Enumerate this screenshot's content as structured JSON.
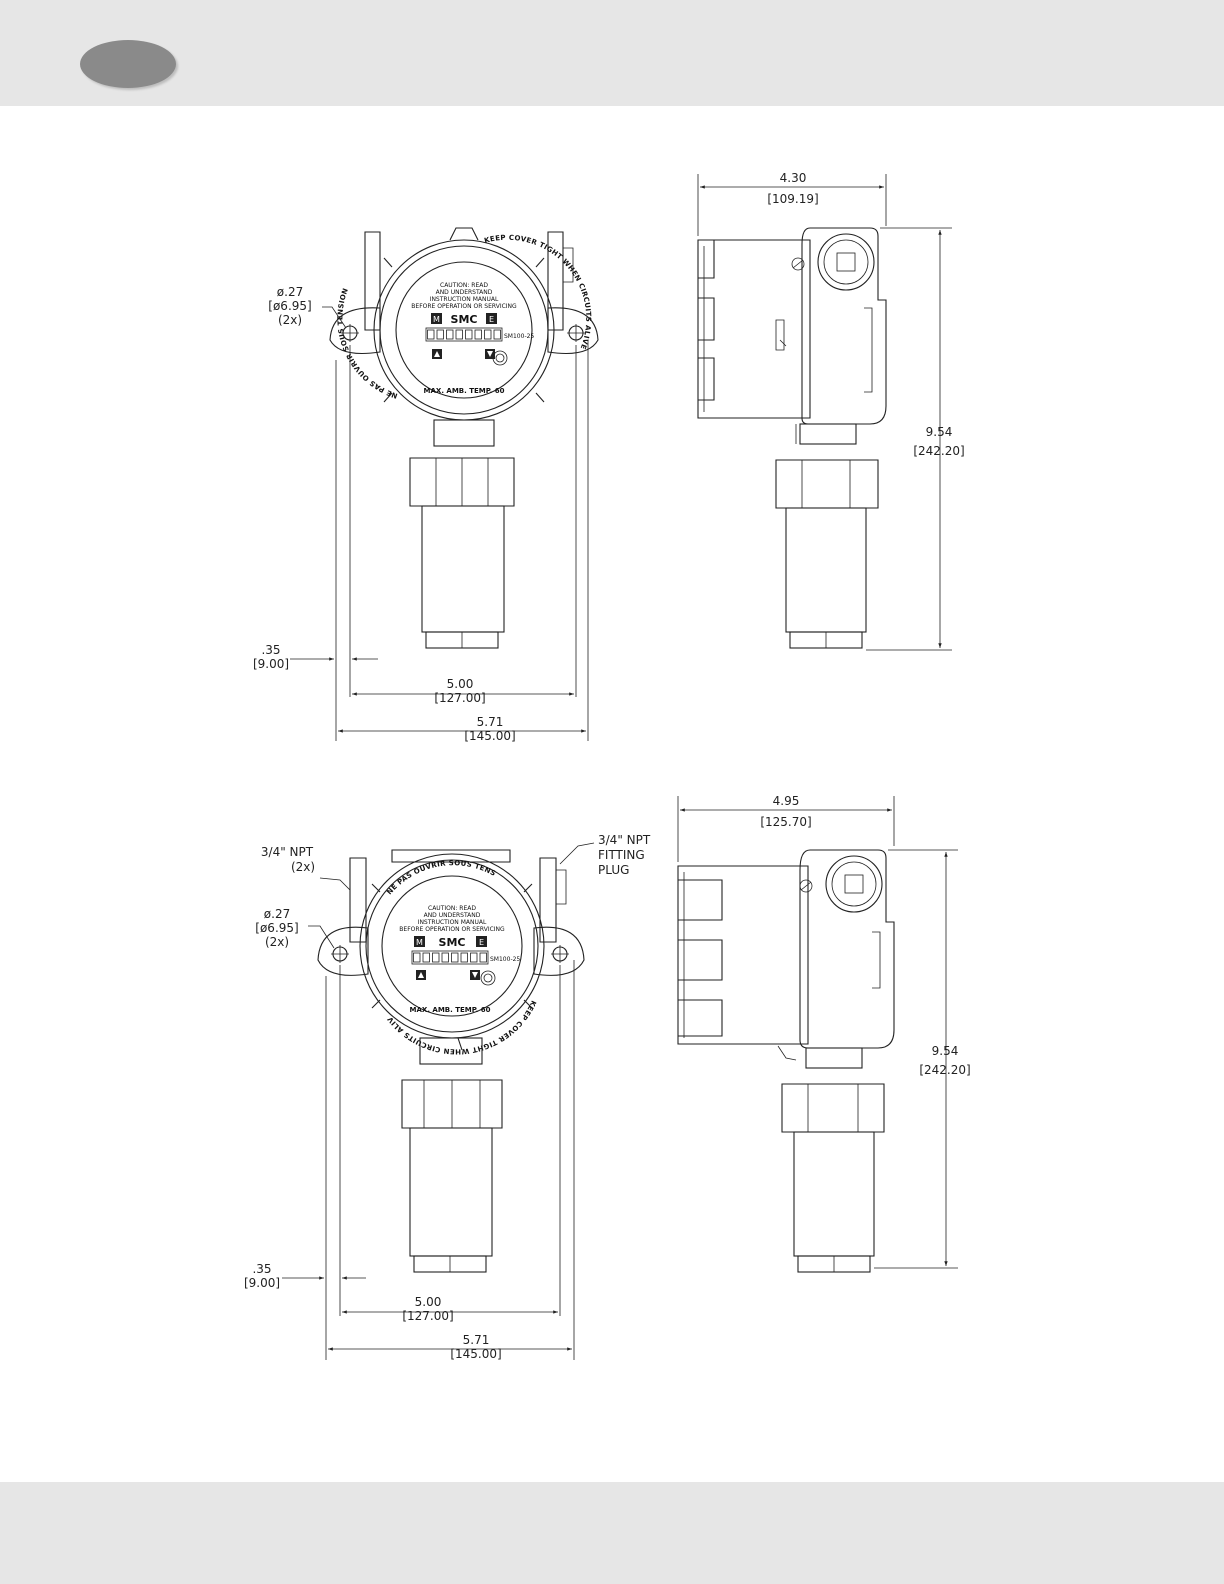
{
  "colors": {
    "band": "#e6e6e6",
    "badge": "#8a8a8a",
    "line": "#222222"
  },
  "top_front": {
    "hole_dia": "ø.27",
    "hole_dia_mm": "[ø6.95]",
    "hole_count": "(2x)",
    "offset": ".35",
    "offset_mm": "[9.00]",
    "mount_spacing": "5.00",
    "mount_spacing_mm": "[127.00]",
    "overall_width": "5.71",
    "overall_width_mm": "[145.00]",
    "ring_left": "NE PAS OUVRIR SOUS TENSION",
    "ring_right": "KEEP COVER TIGHT WHEN CIRCUITS ALIVE",
    "ring_bottom": "MAX. AMB. TEMP. 60",
    "caution_1": "CAUTION: READ",
    "caution_2": "AND UNDERSTAND",
    "caution_3": "INSTRUCTION MANUAL",
    "caution_4": "BEFORE OPERATION OR SERVICING",
    "btn_m": "M",
    "btn_e": "E",
    "brand": "SMC",
    "model": "SM100-25",
    "display_cells": 8
  },
  "top_side": {
    "depth": "4.30",
    "depth_mm": "[109.19]",
    "height": "9.54",
    "height_mm": "[242.20]"
  },
  "bottom_front": {
    "npt_label_1": "3/4\" NPT",
    "npt_count": "(2x)",
    "plug_label_1": "3/4\" NPT",
    "plug_label_2": "FITTING",
    "plug_label_3": "PLUG",
    "hole_dia": "ø.27",
    "hole_dia_mm": "[ø6.95]",
    "hole_count": "(2x)",
    "offset": ".35",
    "offset_mm": "[9.00]",
    "mount_spacing": "5.00",
    "mount_spacing_mm": "[127.00]",
    "overall_width": "5.71",
    "overall_width_mm": "[145.00]",
    "ring_top": "NE PAS OUVRIR SOUS TENSION",
    "ring_bottom": "KEEP COVER TIGHT WHEN CIRCUITS ALIVE",
    "ring_left": "MAX. AMB. TEMP. 60",
    "caution_1": "CAUTION: READ",
    "caution_2": "AND UNDERSTAND",
    "caution_3": "INSTRUCTION MANUAL",
    "caution_4": "BEFORE OPERATION OR SERVICING",
    "btn_m": "M",
    "btn_e": "E",
    "brand": "SMC",
    "model": "SM100-25",
    "display_cells": 8
  },
  "bottom_side": {
    "depth": "4.95",
    "depth_mm": "[125.70]",
    "height": "9.54",
    "height_mm": "[242.20]"
  }
}
